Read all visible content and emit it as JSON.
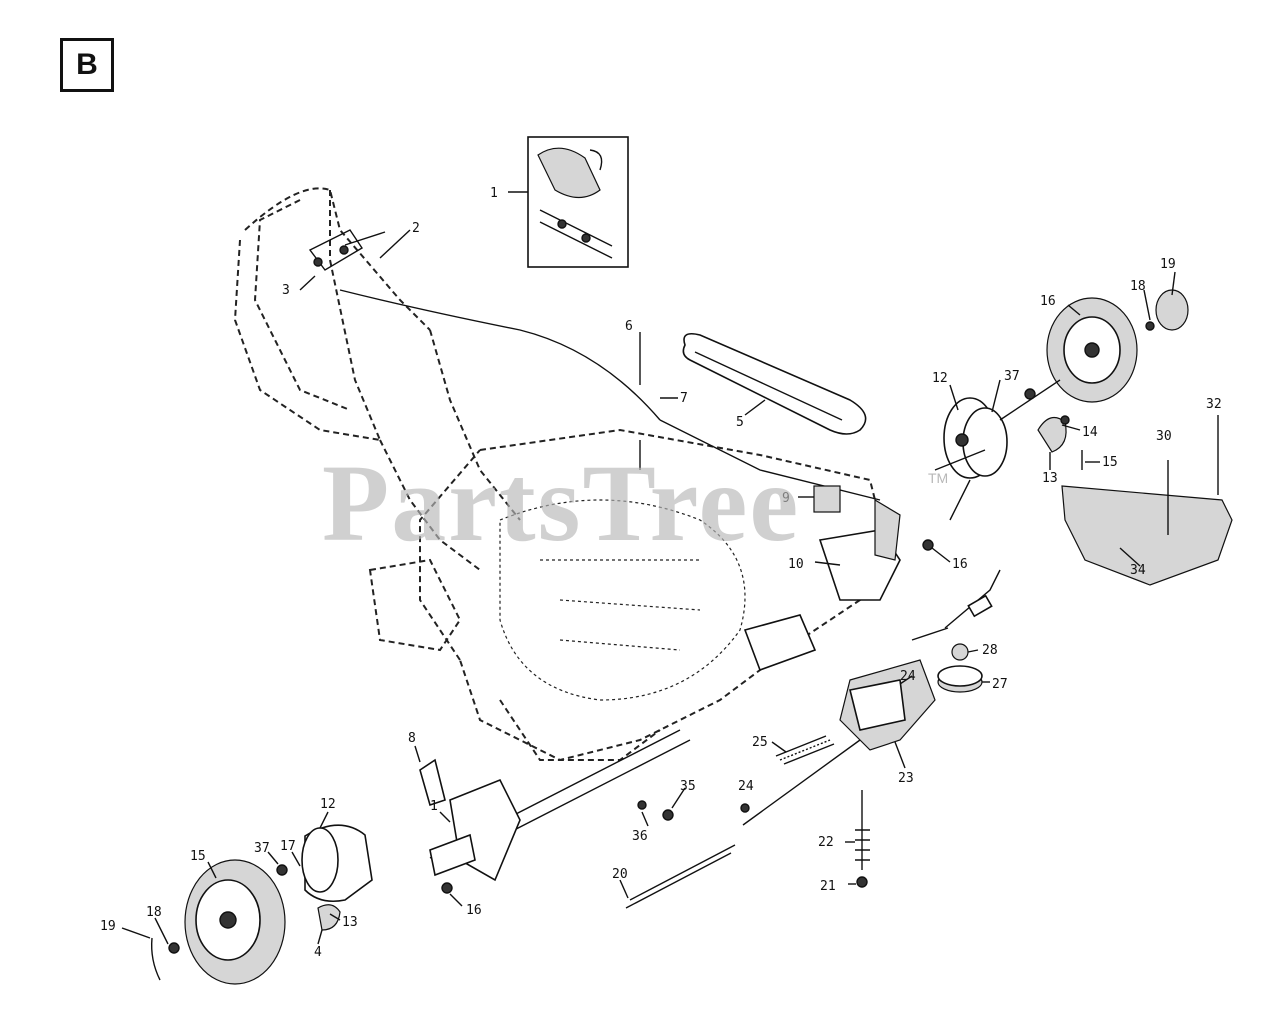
{
  "section": {
    "letter": "B"
  },
  "watermark": {
    "text": "PartsTree",
    "tm": "TM"
  },
  "callouts": [
    {
      "id": "c-top-1",
      "text": "1"
    },
    {
      "id": "c-handle-2",
      "text": "2"
    },
    {
      "id": "c-handle-3",
      "text": "3"
    },
    {
      "id": "c-6",
      "text": "6"
    },
    {
      "id": "c-7",
      "text": "7"
    },
    {
      "id": "c-belt-5",
      "text": "5"
    },
    {
      "id": "c-r12",
      "text": "12"
    },
    {
      "id": "c-r37",
      "text": "37"
    },
    {
      "id": "c-r16",
      "text": "16"
    },
    {
      "id": "c-r18",
      "text": "18"
    },
    {
      "id": "c-r19",
      "text": "19"
    },
    {
      "id": "c-r14",
      "text": "14"
    },
    {
      "id": "c-r13",
      "text": "13"
    },
    {
      "id": "c-r15",
      "text": "15"
    },
    {
      "id": "c-r32",
      "text": "32"
    },
    {
      "id": "c-r30",
      "text": "30"
    },
    {
      "id": "c-r34",
      "text": "34"
    },
    {
      "id": "c-9",
      "text": "9"
    },
    {
      "id": "c-10",
      "text": "10"
    },
    {
      "id": "c-r16b",
      "text": "16"
    },
    {
      "id": "c-28",
      "text": "28"
    },
    {
      "id": "c-24",
      "text": "24"
    },
    {
      "id": "c-27",
      "text": "27"
    },
    {
      "id": "c-25",
      "text": "25"
    },
    {
      "id": "c-23",
      "text": "23"
    },
    {
      "id": "c-24b",
      "text": "24"
    },
    {
      "id": "c-22",
      "text": "22"
    },
    {
      "id": "c-21",
      "text": "21"
    },
    {
      "id": "c-20",
      "text": "20"
    },
    {
      "id": "c-8",
      "text": "8"
    },
    {
      "id": "c-1",
      "text": "1"
    },
    {
      "id": "c-35",
      "text": "35"
    },
    {
      "id": "c-36",
      "text": "36"
    },
    {
      "id": "c-l12",
      "text": "12"
    },
    {
      "id": "c-l15",
      "text": "15"
    },
    {
      "id": "c-l37",
      "text": "37"
    },
    {
      "id": "c-l17",
      "text": "17"
    },
    {
      "id": "c-l13",
      "text": "13"
    },
    {
      "id": "c-l4",
      "text": "4"
    },
    {
      "id": "c-l16",
      "text": "16"
    },
    {
      "id": "c-l18",
      "text": "18"
    },
    {
      "id": "c-l19",
      "text": "19"
    }
  ]
}
